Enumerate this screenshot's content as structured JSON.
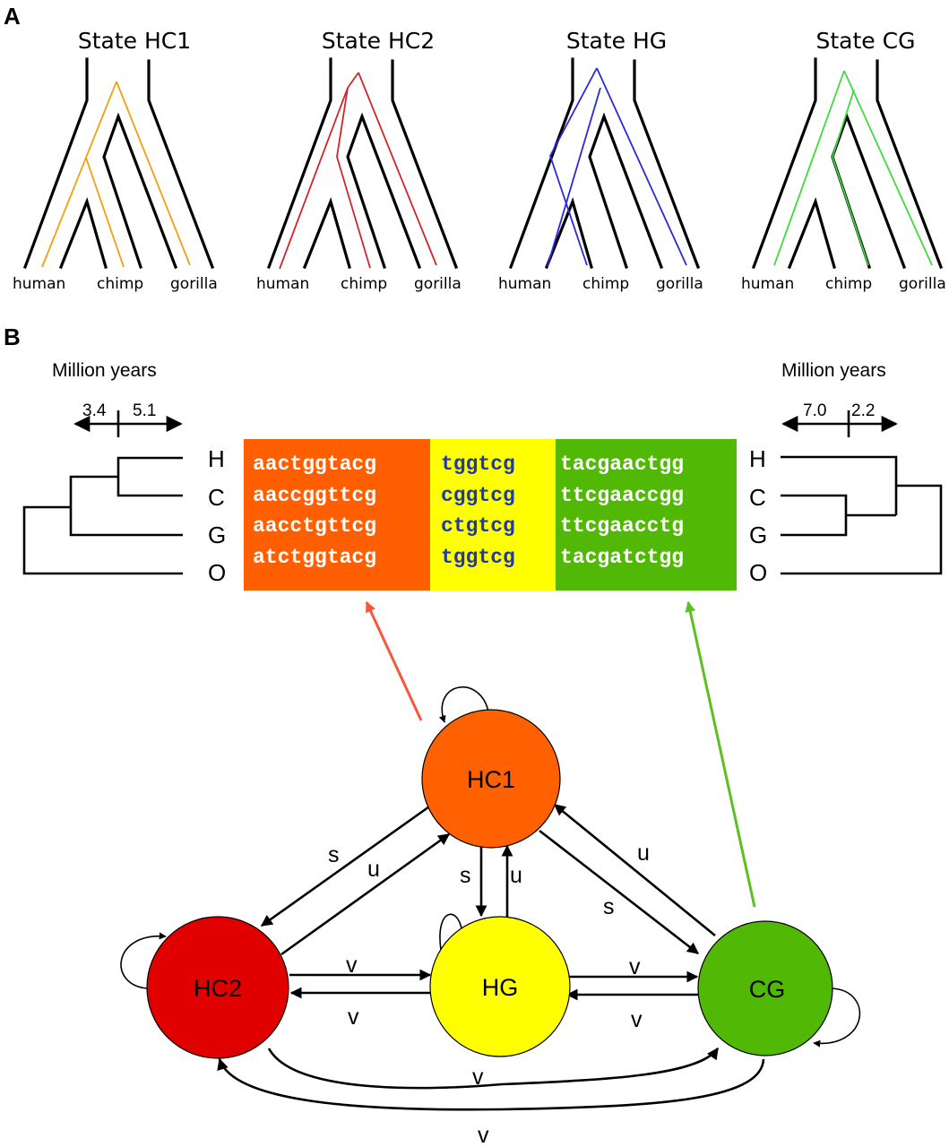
{
  "panelA": {
    "label": "A",
    "leaves": [
      "human",
      "chimp",
      "gorilla"
    ],
    "states": [
      {
        "id": "HC1",
        "title": "State HC1",
        "color": "#f0a010"
      },
      {
        "id": "HC2",
        "title": "State HC2",
        "color": "#d0262a"
      },
      {
        "id": "HG",
        "title": "State HG",
        "color": "#2a2ad8"
      },
      {
        "id": "CG",
        "title": "State CG",
        "color": "#3ddc3d"
      }
    ]
  },
  "panelB": {
    "label": "B",
    "left_tree": {
      "title": "Million years",
      "scale_values": [
        "3.4",
        "5.1"
      ],
      "taxa": [
        "H",
        "C",
        "G",
        "O"
      ]
    },
    "right_tree": {
      "title": "Million years",
      "scale_values": [
        "7.0",
        "2.2"
      ],
      "taxa": [
        "H",
        "C",
        "G",
        "O"
      ]
    },
    "alignment": {
      "blocks": [
        {
          "name": "hc1-block",
          "bg": "#ff5f00",
          "text_color": "#ffffff",
          "rows": [
            "aactggtacg",
            "aaccggttcg",
            "aacctgttcg",
            "atctggtacg"
          ]
        },
        {
          "name": "hg-block",
          "bg": "#ffff00",
          "text_color": "#1f3aa8",
          "rows": [
            "tggtcg",
            "cggtcg",
            "ctgtcg",
            "tggtcg"
          ]
        },
        {
          "name": "cg-block",
          "bg": "#52b806",
          "text_color": "#ffffff",
          "rows": [
            "tacgaactgg",
            "ttcgaaccgg",
            "ttcgaacctg",
            "tacgatctgg"
          ]
        }
      ]
    },
    "pointer_colors": {
      "hc1": "#f5583a",
      "cg": "#5cc020"
    },
    "states": [
      {
        "id": "HC1",
        "label": "HC1",
        "color": "#ff6000"
      },
      {
        "id": "HC2",
        "label": "HC2",
        "color": "#e00000"
      },
      {
        "id": "HG",
        "label": "HG",
        "color": "#ffff00"
      },
      {
        "id": "CG",
        "label": "CG",
        "color": "#52b806"
      }
    ],
    "transitions": [
      {
        "from": "HC1",
        "to": "HC2",
        "label": "s"
      },
      {
        "from": "HC2",
        "to": "HC1",
        "label": "u"
      },
      {
        "from": "HC1",
        "to": "HG",
        "label": "s"
      },
      {
        "from": "HG",
        "to": "HC1",
        "label": "u"
      },
      {
        "from": "HC1",
        "to": "CG",
        "label": "s"
      },
      {
        "from": "CG",
        "to": "HC1",
        "label": "u"
      },
      {
        "from": "HC2",
        "to": "HG",
        "label": "v"
      },
      {
        "from": "HG",
        "to": "HC2",
        "label": "v"
      },
      {
        "from": "HG",
        "to": "CG",
        "label": "v"
      },
      {
        "from": "CG",
        "to": "HG",
        "label": "v"
      },
      {
        "from": "HC2",
        "to": "CG",
        "label": "v"
      },
      {
        "from": "CG",
        "to": "HC2",
        "label": "v"
      }
    ]
  }
}
